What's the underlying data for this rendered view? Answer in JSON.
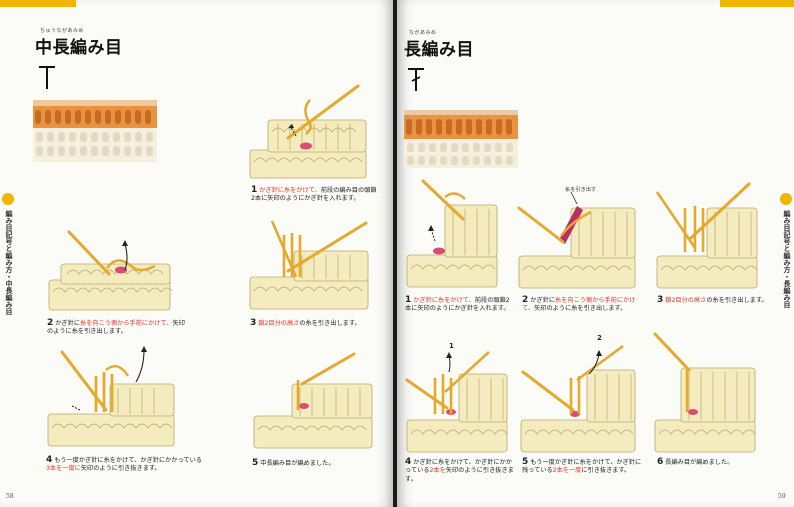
{
  "left_page": {
    "ruby": "ちゅうながあみめ",
    "title": "中長編み目",
    "side_label": "編み目記号と編み方・中長編み目",
    "page_number": "58",
    "steps": [
      {
        "num": "1",
        "red": "かぎ針に糸をかけて、",
        "text": "前段の編み目の頭鎖2本に矢印のようにかぎ針を入れます。"
      },
      {
        "num": "2",
        "text": "かぎ針に",
        "red": "糸を向こう側から手前にかけて、",
        "text2": "矢印のように糸を引き出します。"
      },
      {
        "num": "3",
        "red": "鎖2目分の高さ",
        "text": "の糸を引き出します。"
      },
      {
        "num": "4",
        "text": "もう一度かぎ針に糸をかけて、かぎ針にかかっている",
        "red": "3本を一度に",
        "text2": "矢印のように引き抜きます。"
      },
      {
        "num": "5",
        "text": "中長編み目が編めました。"
      }
    ]
  },
  "right_page": {
    "ruby": "ながあみめ",
    "title": "長編み目",
    "side_label": "編み目記号と編み方・長編み目",
    "page_number": "59",
    "callout": "糸を引き出す",
    "arrow_labels": [
      "1",
      "2"
    ],
    "steps": [
      {
        "num": "1",
        "red": "かぎ針に糸をかけて、",
        "text": "前段の頭鎖2本に矢印のようにかぎ針を入れます。"
      },
      {
        "num": "2",
        "text": "かぎ針に",
        "red": "糸を向こう側から手前にかけて、",
        "text2": "矢印のように糸を引き出します。"
      },
      {
        "num": "3",
        "red": "鎖2目分の高さ",
        "text": "の糸を引き出します。"
      },
      {
        "num": "4",
        "text": "かぎ針に糸をかけて、かぎ針にかかっている",
        "red": "2本を",
        "text2": "矢印のように引き抜きます。"
      },
      {
        "num": "5",
        "text": "もう一度かぎ針に糸をかけて、かぎ針に残っている",
        "red": "2本を一度",
        "text2": "に引き抜きます。"
      },
      {
        "num": "6",
        "text": "長編み目が編めました。"
      }
    ]
  },
  "colors": {
    "accent": "#f2b600",
    "red_text": "#e2372a",
    "yarn": "#f1e6a8",
    "hook": "#e6a92e",
    "swatch_orange": "#e8933f"
  }
}
